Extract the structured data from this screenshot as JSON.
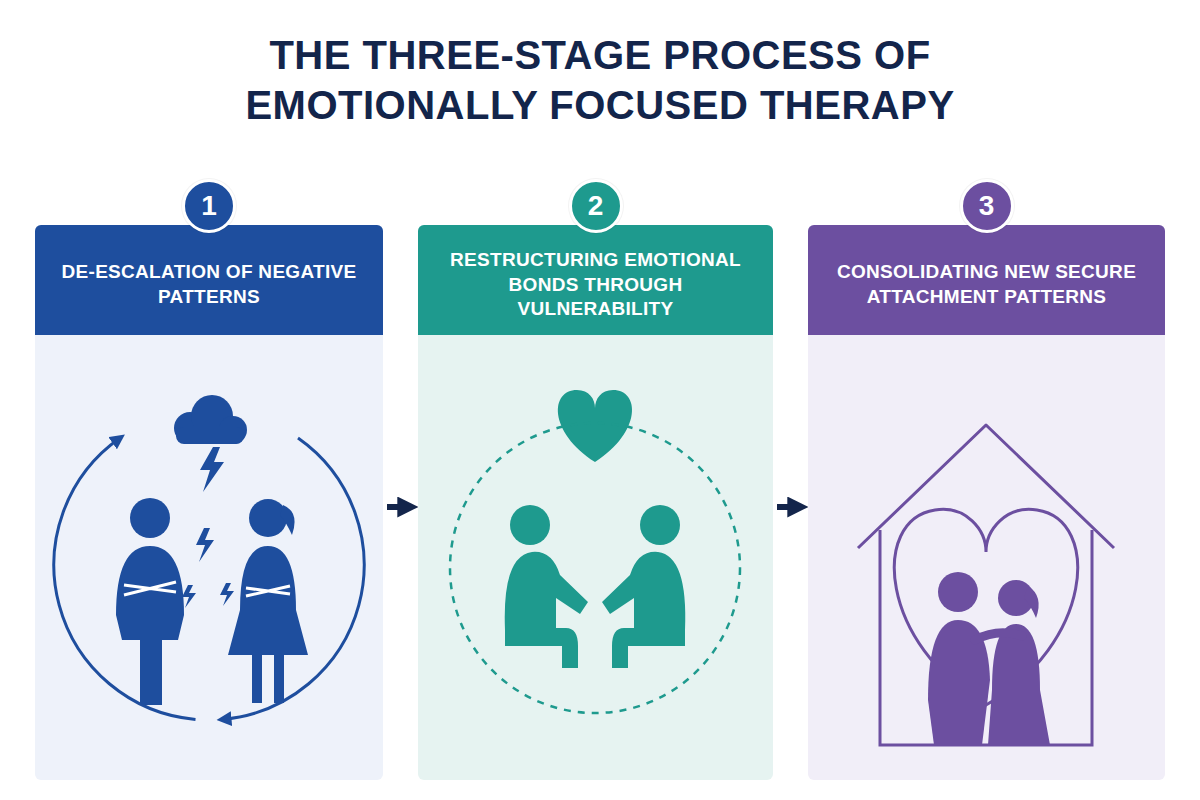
{
  "diagram": {
    "title": "THE THREE-STAGE PROCESS OF EMOTIONALLY FOCUSED THERAPY",
    "nodes": [
      {
        "text": [
          "DE-ESCALATION OF NEGATIVE PATTERNS"
        ]
      },
      {
        "text": [
          "1"
        ],
        "in": 0
      },
      {
        "text": [
          "RESTRUCTURING EMOTIONAL BONDS THROUGH VULNERABILITY"
        ]
      },
      {
        "text": [
          "2"
        ],
        "in": 2
      },
      {
        "text": [
          "CONSOLIDATING NEW SECURE ATTACHMENT PATTERNS"
        ]
      },
      {
        "text": [
          "3"
        ],
        "in": 4
      }
    ],
    "edges": [
      {
        "from": 0,
        "to": 2,
        "arrow": "to"
      },
      {
        "from": 2,
        "to": 4,
        "arrow": "to"
      }
    ]
  }
}
